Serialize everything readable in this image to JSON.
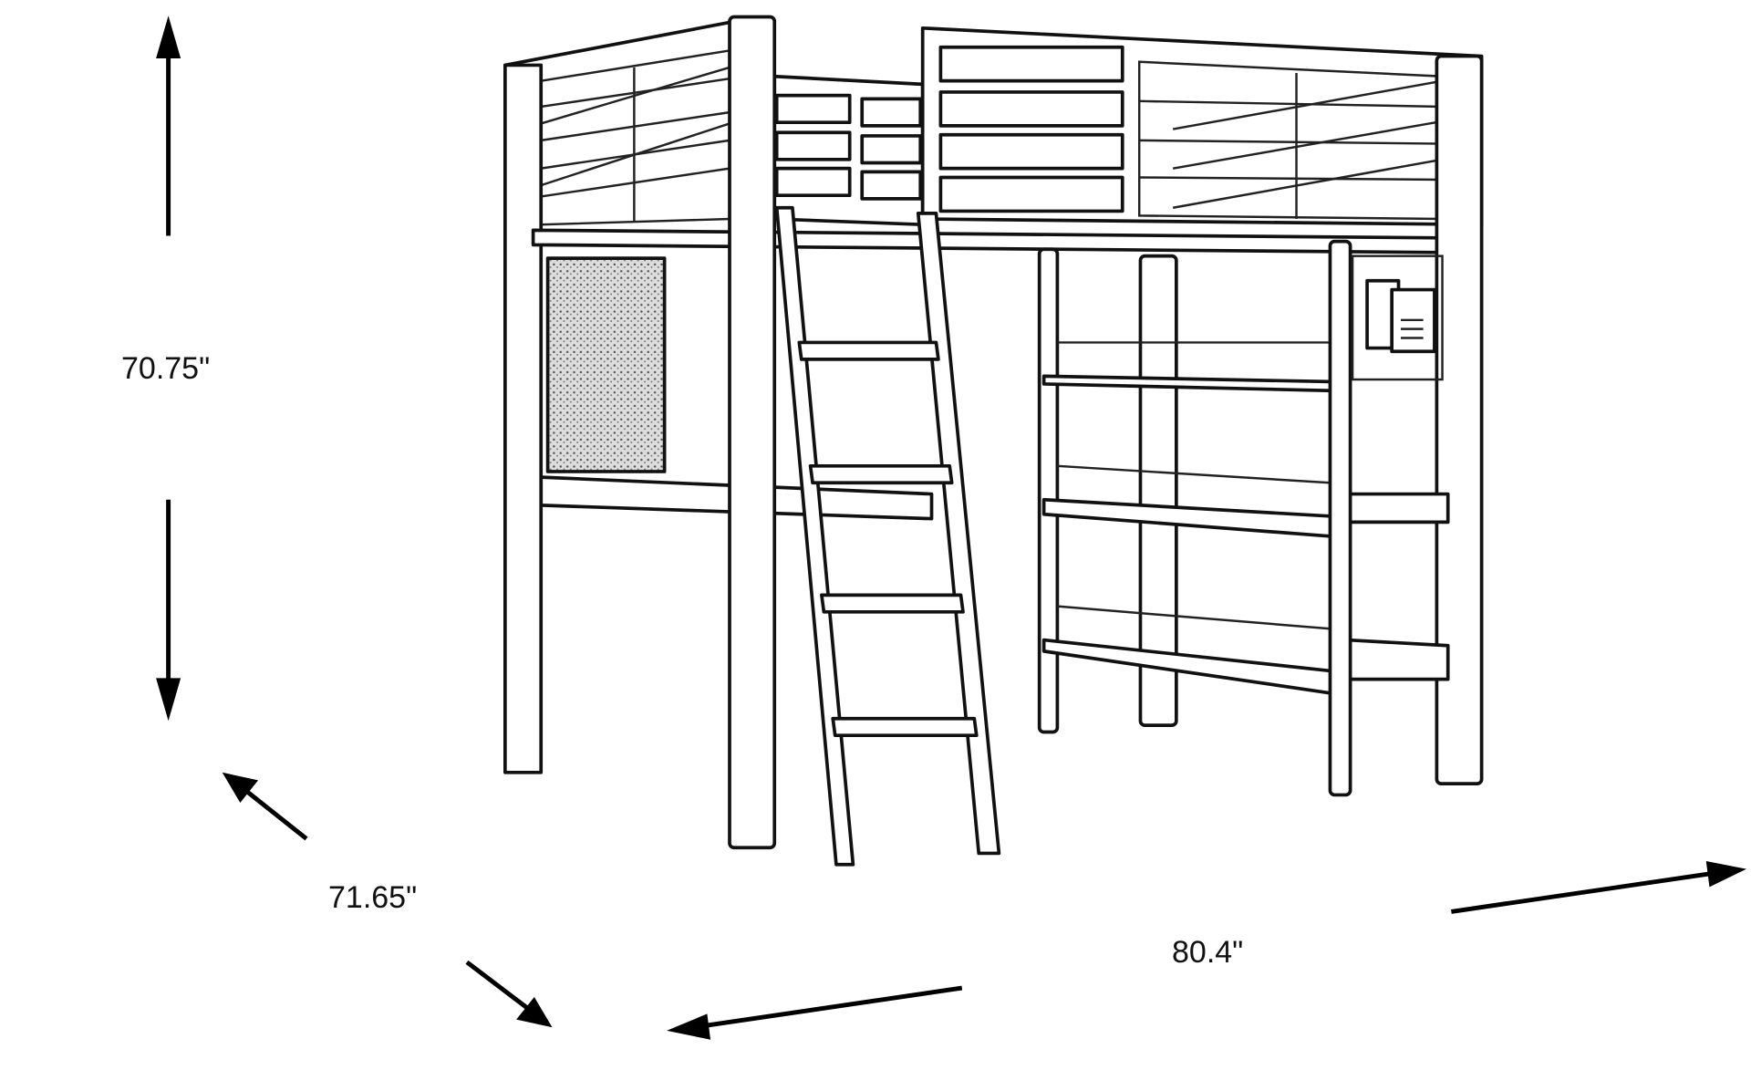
{
  "dimensions": {
    "height": "70.75\"",
    "depth": "71.65\"",
    "width": "80.4\""
  },
  "colors": {
    "line": "#111111",
    "background": "#ffffff",
    "corkboard": "#9a9a9a"
  }
}
